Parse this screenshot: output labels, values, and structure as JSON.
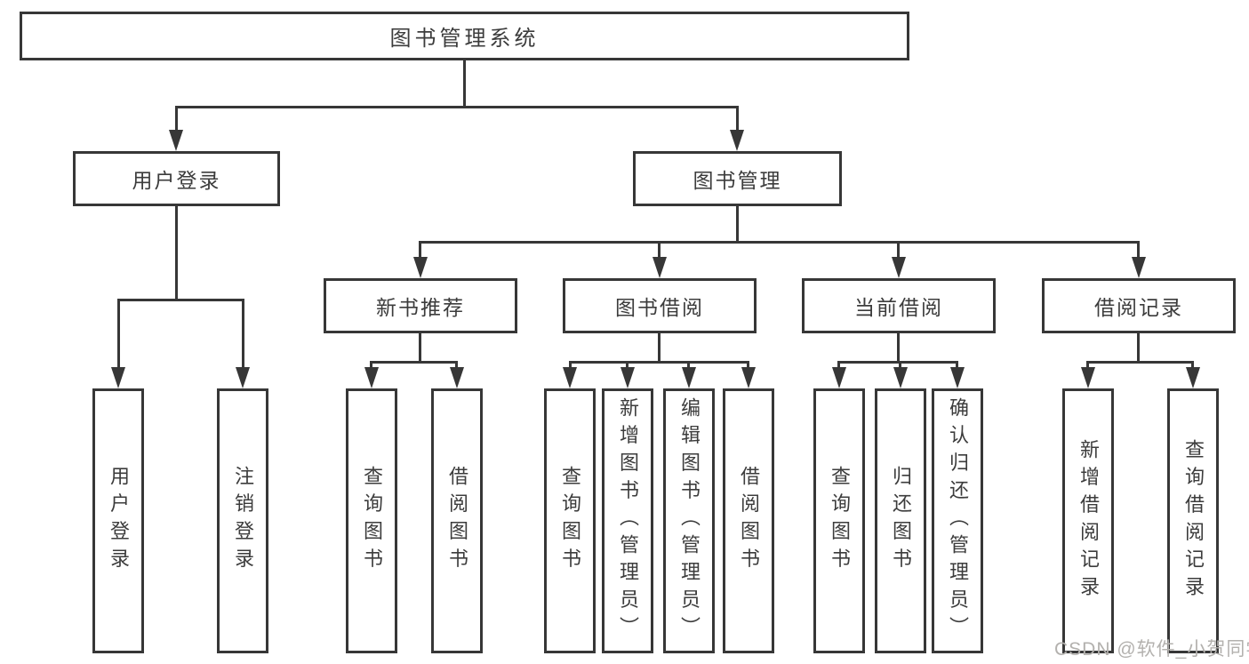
{
  "title": {
    "label": "图书管理系统"
  },
  "nodes": {
    "user_login": "用户登录",
    "book_mgmt": "图书管理",
    "new_books": "新书推荐",
    "book_borrow": "图书借阅",
    "current_borrow": "当前借阅",
    "borrow_records": "借阅记录"
  },
  "leaves": {
    "user_login": [
      "用户登录",
      "注销登录"
    ],
    "new_books": [
      "查询图书",
      "借阅图书"
    ],
    "book_borrow": [
      "查询图书",
      "新增图书（管理员）",
      "编辑图书（管理员）",
      "借阅图书"
    ],
    "current_borrow": [
      "查询图书",
      "归还图书",
      "确认归还（管理员）"
    ],
    "borrow_records": [
      "新增借阅记录",
      "查询借阅记录"
    ]
  },
  "watermark": {
    "text": "CSDN @软件_小贺同学"
  },
  "colors": {
    "line": "#373737",
    "text": "#3c3c3c",
    "watermark": "#b3b1ae",
    "background": "#ffffff"
  }
}
